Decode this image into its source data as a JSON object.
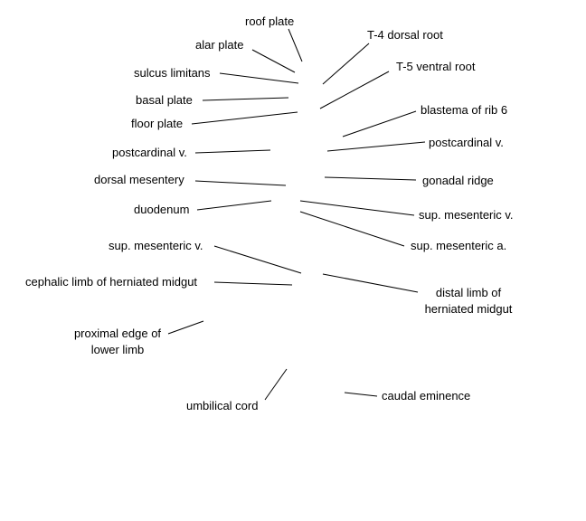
{
  "labels": {
    "roof_plate": "roof plate",
    "alar_plate": "alar plate",
    "sulcus_limitans": "sulcus limitans",
    "basal_plate": "basal plate",
    "floor_plate": "floor plate",
    "postcardinal_left": "postcardinal v.",
    "dorsal_mesentery": "dorsal mesentery",
    "duodenum": "duodenum",
    "sup_mesenteric_v_left": "sup. mesenteric v.",
    "cephalic_limb": "cephalic limb of herniated midgut",
    "proximal_edge_line1": "proximal edge of",
    "proximal_edge_line2": "lower limb",
    "umbilical_cord": "umbilical cord",
    "t4_dorsal_root": "T-4 dorsal root",
    "t5_ventral_root": "T-5 ventral root",
    "blastema_rib6": "blastema of rib 6",
    "postcardinal_right": "postcardinal v.",
    "gonadal_ridge": "gonadal ridge",
    "sup_mesenteric_v_right": "sup. mesenteric v.",
    "sup_mesenteric_a": "sup. mesenteric a.",
    "distal_limb_line1": "distal limb of",
    "distal_limb_line2": "herniated midgut",
    "caudal_eminence": "caudal eminence"
  },
  "line_color": "#000000",
  "text_color": "#000000",
  "background": "#ffffff"
}
